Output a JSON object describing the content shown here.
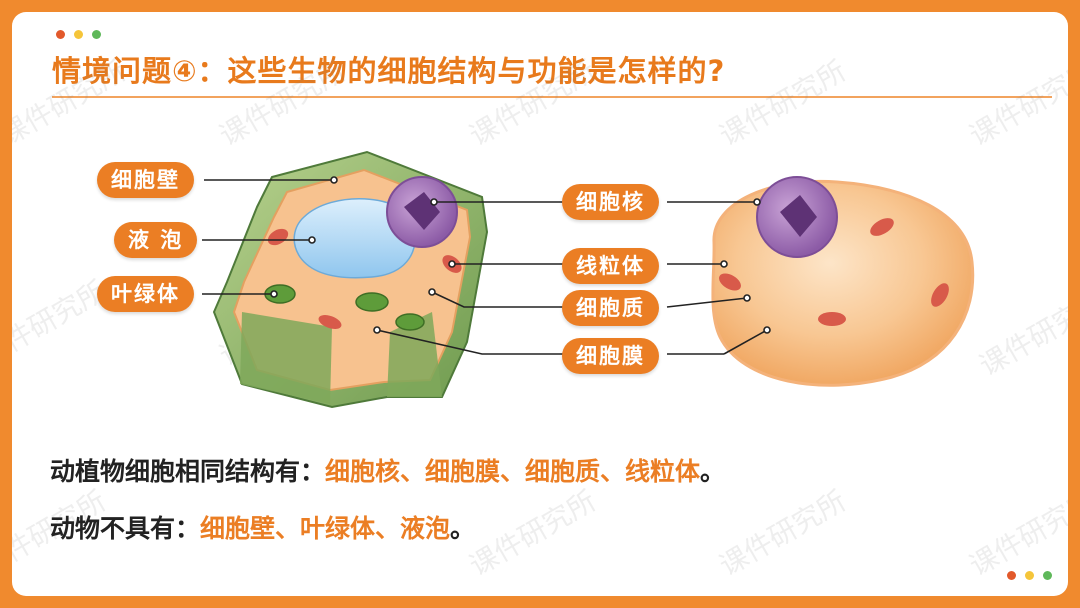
{
  "colors": {
    "accent": "#EB7E24",
    "frame": "#F08A2E",
    "dot_red": "#E2592B",
    "dot_yellow": "#F5C53A",
    "dot_green": "#5FB85A",
    "body_text": "#222222"
  },
  "title": "情境问题④：这些生物的细胞结构与功能是怎样的?",
  "watermark": "课件研究所",
  "plant_labels": {
    "cell_wall": "细胞壁",
    "vacuole": "液 泡",
    "chloroplast": "叶绿体"
  },
  "center_labels": {
    "nucleus": "细胞核",
    "mitochondria": "线粒体",
    "cytoplasm": "细胞质",
    "membrane": "细胞膜"
  },
  "summary": {
    "line1_prefix": "动植物细胞相同结构有：",
    "line1_items": "细胞核、细胞膜、细胞质、线粒体",
    "line1_end": "。",
    "line2_prefix": "动物不具有：",
    "line2_items": "细胞壁、叶绿体、液泡",
    "line2_end": "。"
  }
}
